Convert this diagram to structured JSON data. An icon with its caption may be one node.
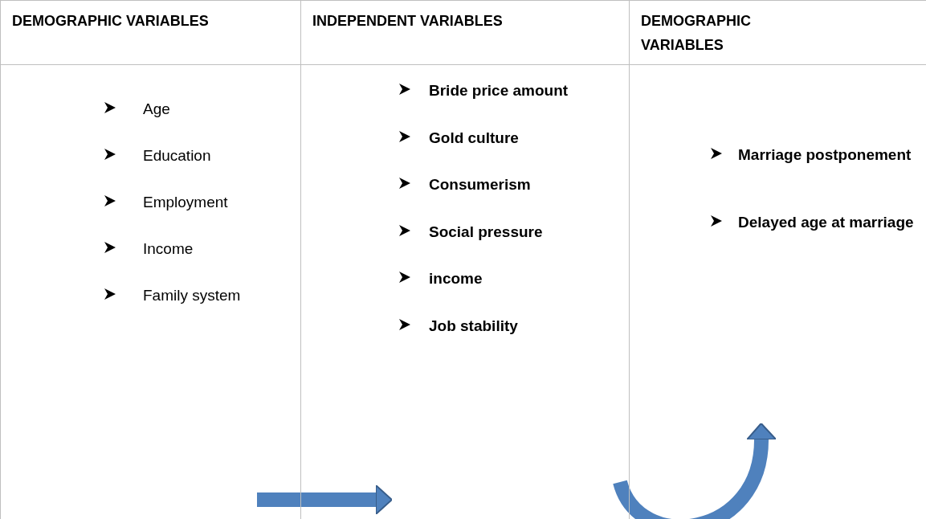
{
  "diagram": {
    "nodes": [
      {
        "text": [
          "DEMOGRAPHIC VARIABLES",
          "Age",
          "Education",
          "Employment",
          "Income",
          "Family system"
        ]
      },
      {
        "text": [
          "INDEPENDENT VARIABLES",
          "Bride price amount",
          "Gold culture",
          "Consumerism",
          "Social pressure",
          "income",
          "Job stability"
        ]
      },
      {
        "text": [
          "DEMOGRAPHIC VARIABLES",
          "Marriage postponement",
          "Delayed age at marriage"
        ]
      }
    ],
    "edges": [
      {
        "from": 0,
        "to": 1,
        "arrow": "to"
      },
      {
        "from": 1,
        "to": 2,
        "arrow": "to"
      }
    ]
  }
}
